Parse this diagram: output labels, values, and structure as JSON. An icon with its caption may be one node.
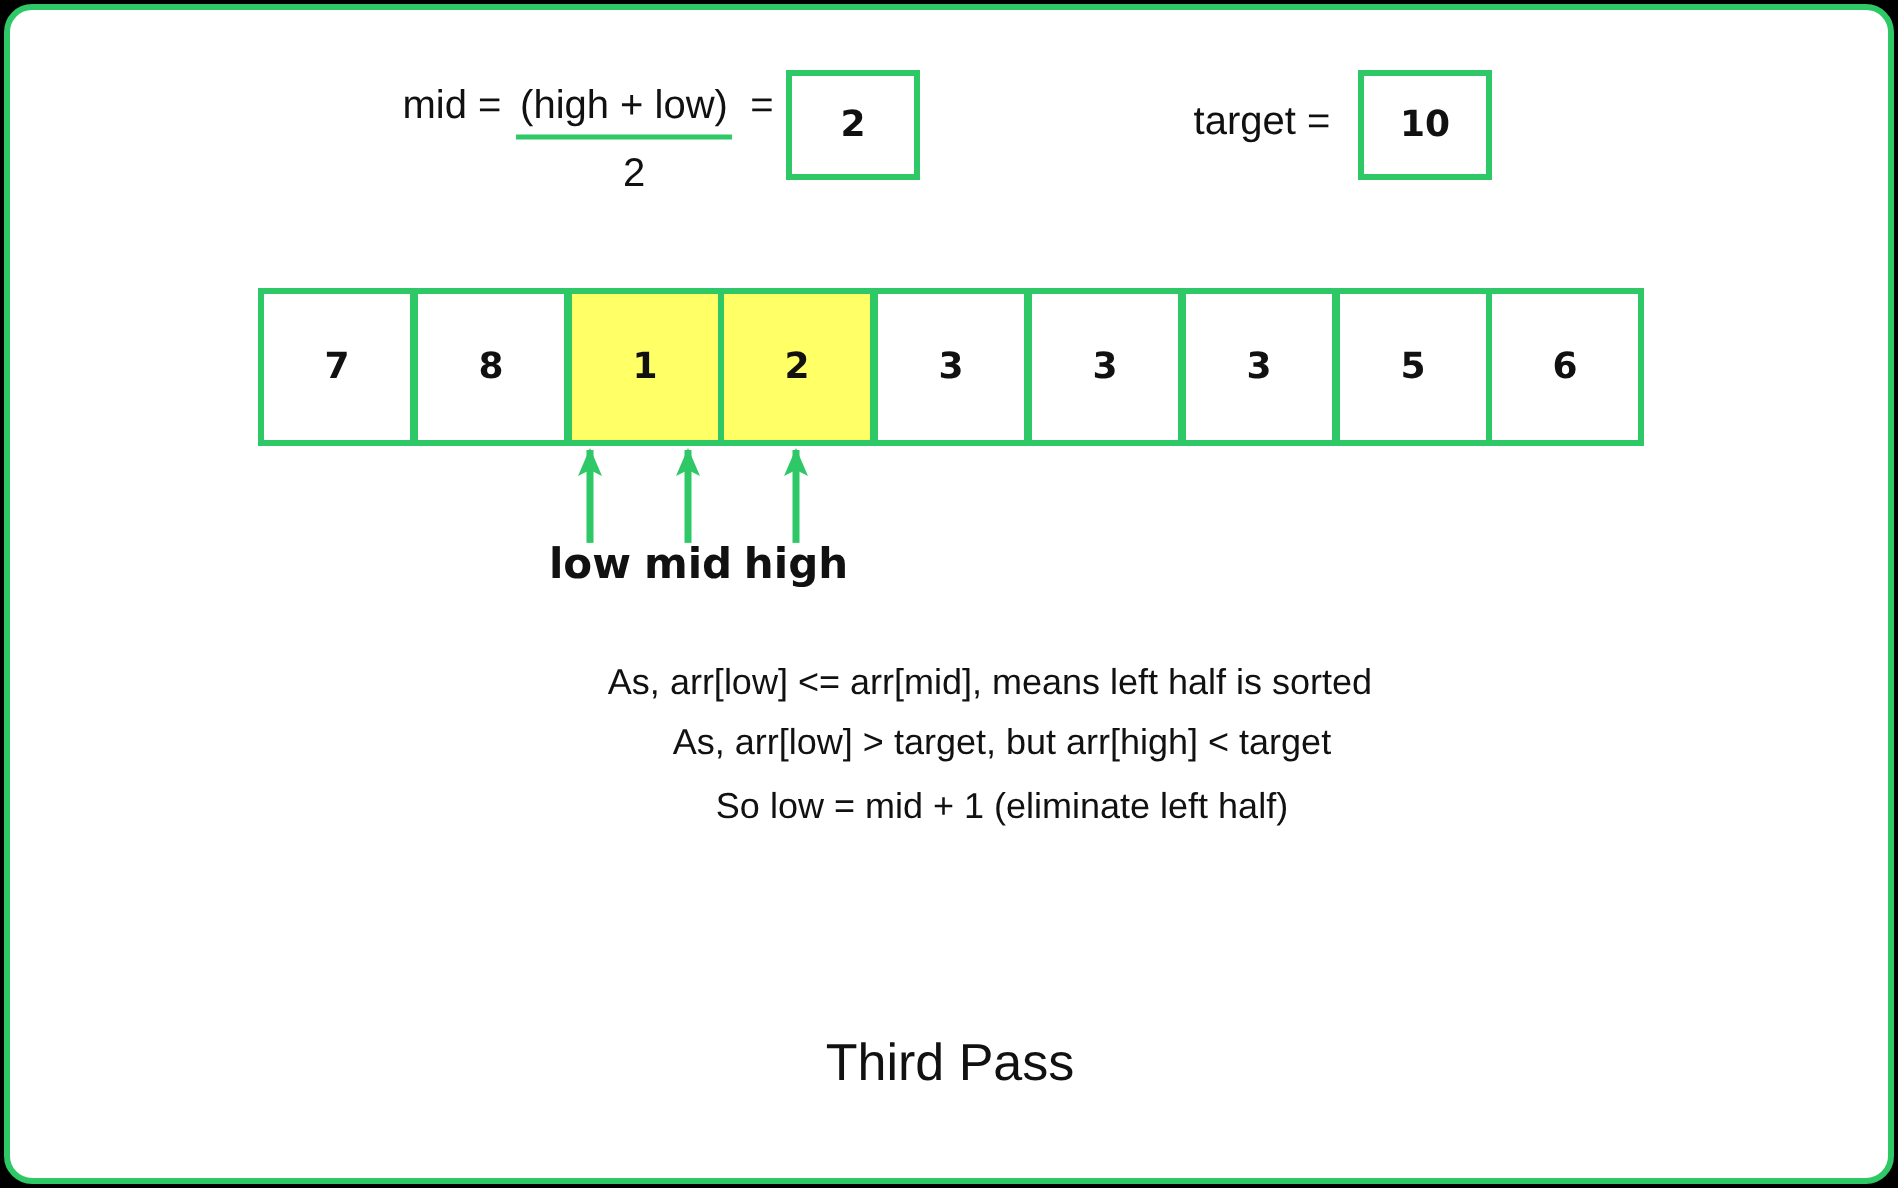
{
  "diagram": {
    "caption": "Third Pass",
    "nodes": [
      {
        "text": [
          "2"
        ],
        "beside": [
          "mid =",
          "(high + low)",
          "=",
          "2"
        ]
      },
      {
        "text": [
          "10"
        ],
        "beside": [
          "target ="
        ]
      },
      {
        "text": [
          "7"
        ]
      },
      {
        "text": [
          "8"
        ]
      },
      {
        "text": [
          "1"
        ]
      },
      {
        "text": [
          "2"
        ]
      },
      {
        "text": [
          "3"
        ]
      },
      {
        "text": [
          "3"
        ]
      },
      {
        "text": [
          "3"
        ]
      },
      {
        "text": [
          "5"
        ]
      },
      {
        "text": [
          "6"
        ]
      },
      {
        "text": [
          "low"
        ]
      },
      {
        "text": [
          "mid"
        ]
      },
      {
        "text": [
          "high"
        ]
      }
    ],
    "edges": [
      {
        "from": 11,
        "to": 4,
        "arrow": "to"
      },
      {
        "from": 12,
        "to": 4,
        "arrow": "to"
      },
      {
        "from": 13,
        "to": 5,
        "arrow": "to"
      }
    ],
    "labels": [
      "As, arr[low] <= arr[mid], means left half is sorted",
      "As, arr[low] > target, but arr[high] < target",
      "So low = mid + 1 (eliminate left half)"
    ]
  }
}
